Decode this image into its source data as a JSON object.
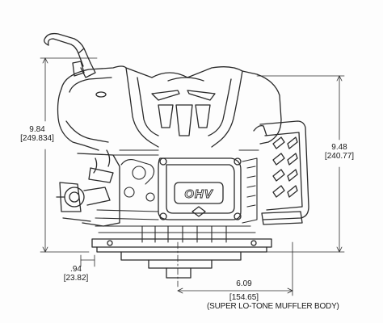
{
  "dimensions": {
    "overall_height": {
      "in": "9.84",
      "mm": "[249.834]"
    },
    "muffler_height": {
      "in": "9.48",
      "mm": "[240.77]"
    },
    "crank_offset": {
      "in": ".94",
      "mm": "[23.82]"
    },
    "muffler_offset": {
      "in": "6.09",
      "mm": "[154.65]"
    }
  },
  "muffler_note": "(SUPER LO-TONE MUFFLER BODY)",
  "valve_cover_text": "OHV"
}
